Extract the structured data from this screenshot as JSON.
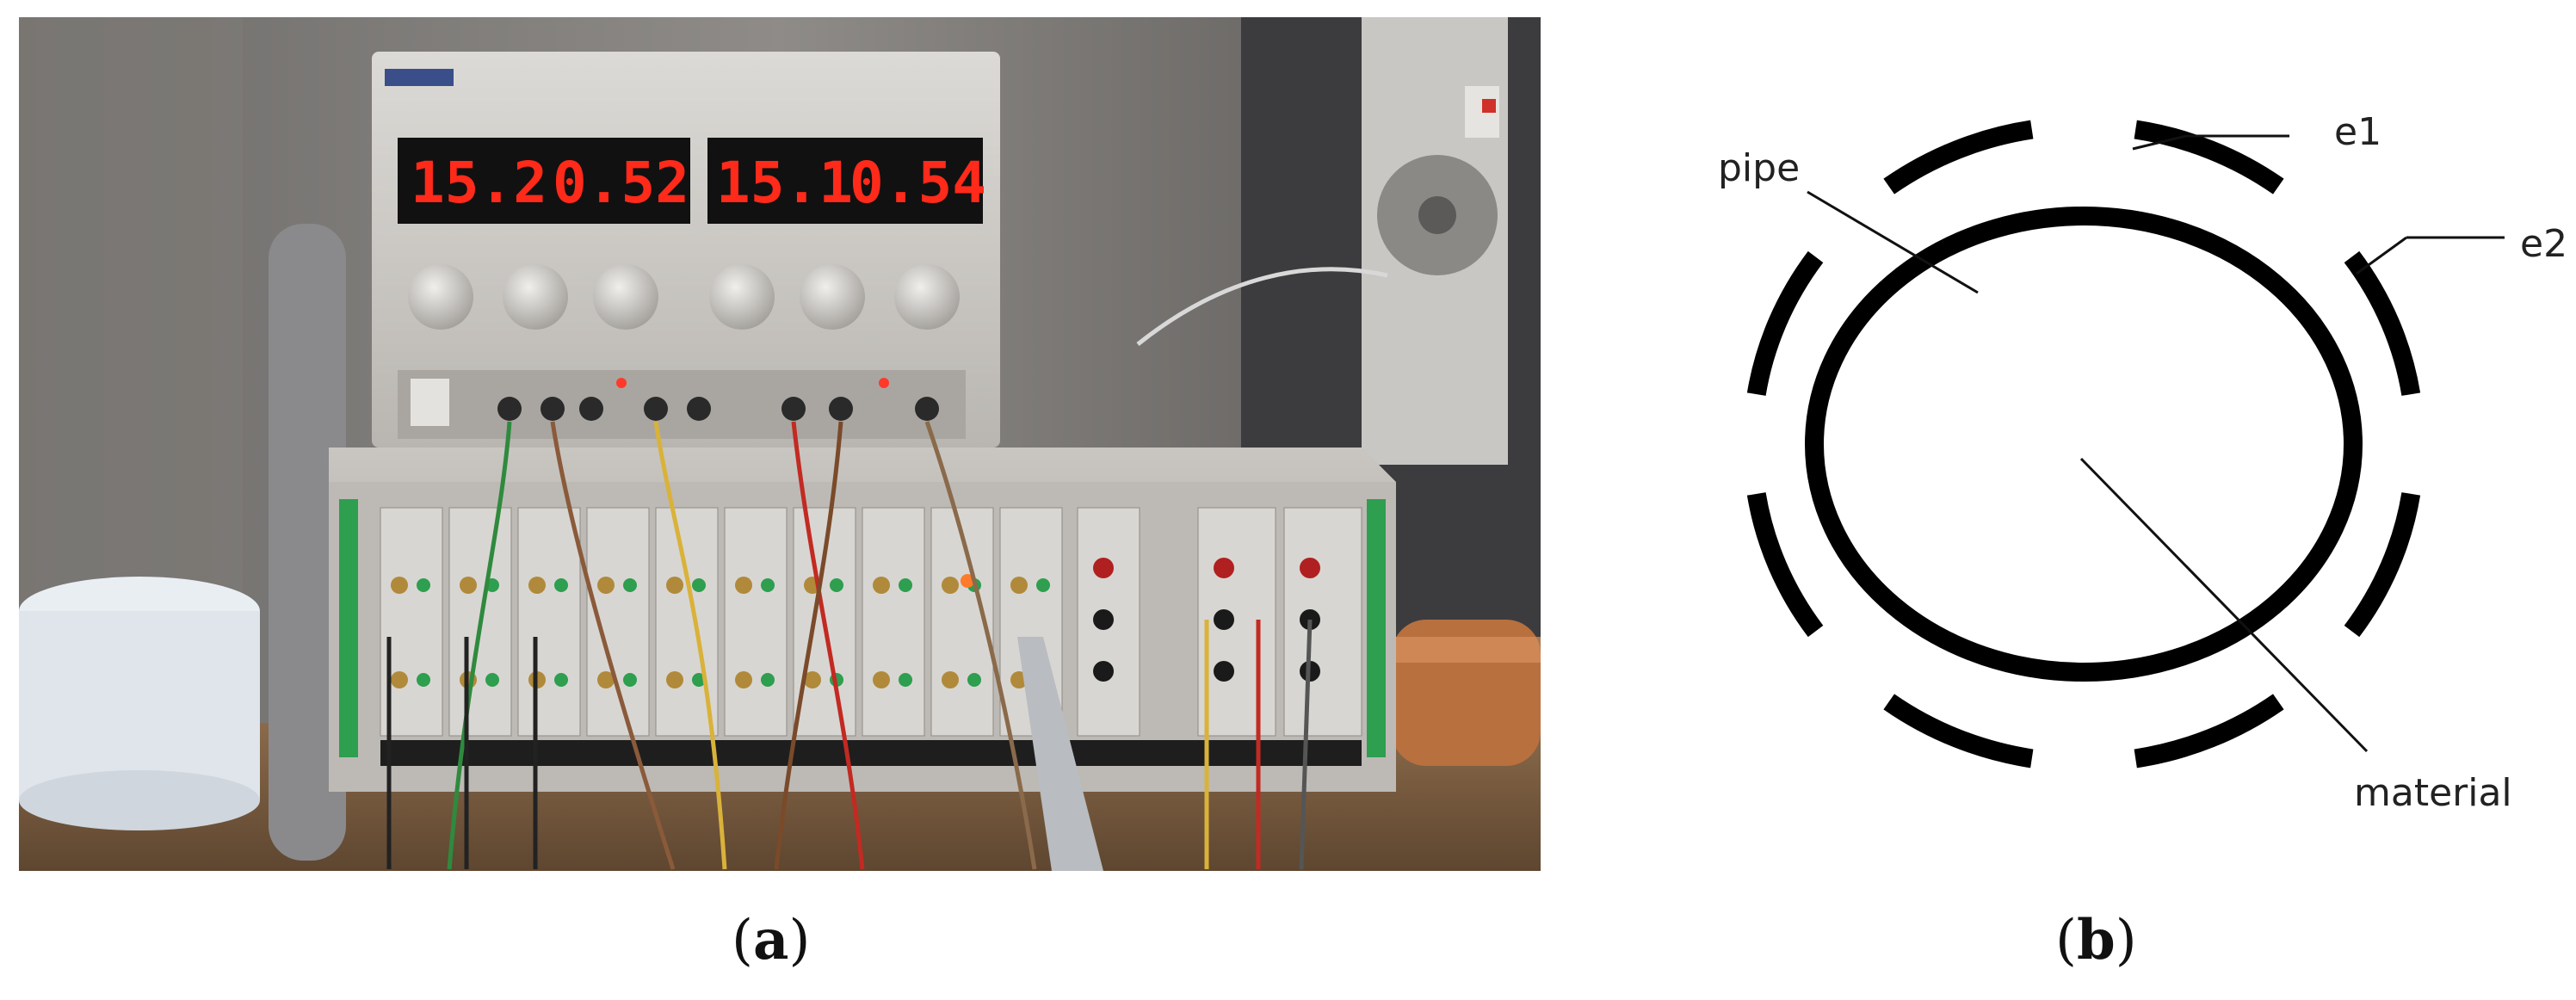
{
  "panel_a": {
    "display": {
      "left": {
        "voltage": "15.2",
        "current": "0.52"
      },
      "right": {
        "voltage": "15.1",
        "current": "0.54"
      }
    }
  },
  "panel_b": {
    "labels": {
      "pipe": "pipe",
      "e1": "e1",
      "e2": "e2",
      "material": "material"
    }
  },
  "captions": {
    "a": "a",
    "b": "b"
  },
  "colors": {
    "led": "#ff2a1a",
    "stroke": "#000000",
    "module_green": "#2e9e4f"
  }
}
